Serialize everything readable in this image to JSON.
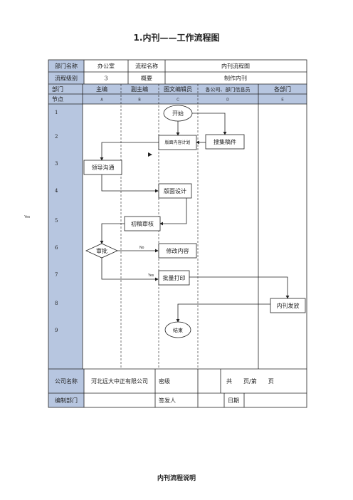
{
  "title": "1.内刊——工作流程图",
  "header": {
    "dept_label": "部门名称",
    "dept_value": "办公室",
    "process_label": "流程名称",
    "process_value": "内刊流程图",
    "level_label": "流程级别",
    "level_value": "3",
    "summary_label": "概要",
    "summary_value": "制作内刊"
  },
  "columns": {
    "dept_label": "部门",
    "node_label": "节点",
    "items": [
      {
        "dept": "主编",
        "node": "A"
      },
      {
        "dept": "副主编",
        "node": "B"
      },
      {
        "dept": "图文编辑员",
        "node": "C"
      },
      {
        "dept": "各公司、部门信息员",
        "node": "D"
      },
      {
        "dept": "各部门",
        "node": "E"
      }
    ]
  },
  "row_numbers": [
    "1",
    "2",
    "3",
    "4",
    "5",
    "6",
    "7",
    "8",
    "9"
  ],
  "flow": {
    "start": "开始",
    "plan": "版面内容计划",
    "collect": "搜集稿件",
    "communicate": "领导沟通",
    "design": "版面设计",
    "first_review": "初稿审核",
    "approve": "审批",
    "modify": "修改内容",
    "print": "批量打印",
    "distribute": "内刊发放",
    "end": "结束",
    "no_label": "No",
    "yes_label": "Yes"
  },
  "side_label": "Yes",
  "footer": {
    "company_label": "公司名称",
    "company_value": "河北远大中正有限公司",
    "secret_label": "密级",
    "pages_text": "共　　页/第　　页",
    "dept_label": "编制部门",
    "issuer_label": "签发人",
    "date_label": "日期"
  },
  "footer_title": "内刊流程说明",
  "colors": {
    "header_fill": "#b7c6e0",
    "line": "#222222"
  }
}
